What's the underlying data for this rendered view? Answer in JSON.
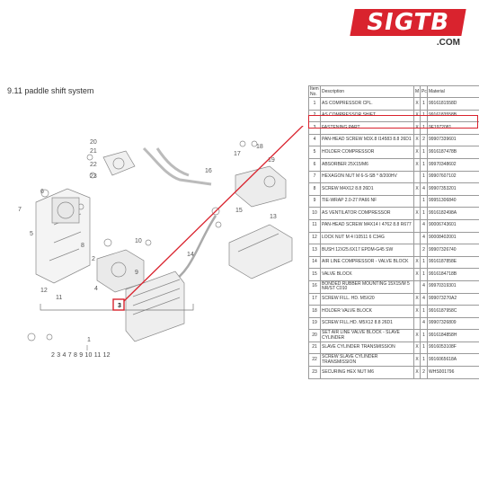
{
  "logo": {
    "word": "SIGTB",
    "sub": ".COM"
  },
  "section": {
    "number": "9.11",
    "title": "paddle shift system",
    "label": "9.11 paddle shift system"
  },
  "diagram": {
    "callouts": [
      "20",
      "21",
      "22",
      "23",
      "17",
      "18",
      "19",
      "16",
      "15",
      "13",
      "14",
      "9",
      "10",
      "6",
      "7",
      "8",
      "3",
      "4",
      "5",
      "2",
      "1",
      "11",
      "12"
    ],
    "highlighted_callout": "3",
    "assembly_list": "2 3 4 7 8 9 10 11 12"
  },
  "table": {
    "headers": [
      "Item No.",
      "Description",
      "M",
      "Pc",
      "Material"
    ],
    "rows": [
      {
        "n": "1",
        "desc": "AS COMPRESSOR CPL.",
        "x": "X",
        "q": "1",
        "mat": "9916181558D"
      },
      {
        "n": "2",
        "desc": "AS COMPRESSOR SHIFT",
        "x": "X",
        "q": "1",
        "mat": "9916183558B"
      },
      {
        "n": "3",
        "desc": "FASTENING PART",
        "x": "X",
        "q": "1",
        "mat": "9F1972081"
      },
      {
        "n": "4",
        "desc": "PAN-HEAD SCREW M3X.8 I14583 8.8 26D1",
        "x": "X",
        "q": "2",
        "mat": "99907339601"
      },
      {
        "n": "5",
        "desc": "HOLDER COMPRESSOR",
        "x": "X",
        "q": "1",
        "mat": "9916187478B"
      },
      {
        "n": "6",
        "desc": "ABSORBER 25X15/M6",
        "x": "X",
        "q": "1",
        "mat": "99970348602"
      },
      {
        "n": "7",
        "desc": "HEXAGON NUT M 6-S-SB * 8/200HV",
        "x": "",
        "q": "1",
        "mat": "99907607102"
      },
      {
        "n": "8",
        "desc": "SCREW M4X12 8.8 26D1",
        "x": "X",
        "q": "4",
        "mat": "99907353201"
      },
      {
        "n": "9",
        "desc": "TIE-WRAP 2.0-27 PA66 NF",
        "x": "",
        "q": "1",
        "mat": "99951306840"
      },
      {
        "n": "10",
        "desc": "AS VENTILATOR COMPRESSOR",
        "x": "X",
        "q": "1",
        "mat": "9916182498A"
      },
      {
        "n": "11",
        "desc": "PAN-HEAD SCREW M4X14 I 4762 8.8 R677",
        "x": "",
        "q": "4",
        "mat": "90006743601"
      },
      {
        "n": "12",
        "desc": "LOCK NUT M 4 I10511 6 C34G",
        "x": "",
        "q": "4",
        "mat": "90008402001"
      },
      {
        "n": "13",
        "desc": "BUSH 12X25.6X17 EPDM-G45 SW",
        "x": "",
        "q": "2",
        "mat": "99907326740"
      },
      {
        "n": "14",
        "desc": "AIR LINE COMPRESSOR - VALVE BLOCK",
        "x": "X",
        "q": "1",
        "mat": "9916187858E"
      },
      {
        "n": "15",
        "desc": "VALVE BLOCK",
        "x": "X",
        "q": "1",
        "mat": "9916184718B"
      },
      {
        "n": "16",
        "desc": "BONDED RUBBER MOUNTING 15X15/M 5 NR/ST C010",
        "x": "",
        "q": "4",
        "mat": "99970319301"
      },
      {
        "n": "17",
        "desc": "SCREW FILL. HD. M5X20",
        "x": "X",
        "q": "4",
        "mat": "999073270A2"
      },
      {
        "n": "18",
        "desc": "HOLDER VALVE BLOCK",
        "x": "X",
        "q": "1",
        "mat": "9916187958C"
      },
      {
        "n": "19",
        "desc": "SCREW FILL.HD. M5X12 8.8 26D1",
        "x": "",
        "q": "4",
        "mat": "99907326809"
      },
      {
        "n": "20",
        "desc": "SET AIR LINE VALVE BLOCK - SLAVE CYLINDER",
        "x": "X",
        "q": "1",
        "mat": "9916184858H"
      },
      {
        "n": "21",
        "desc": "SLAVE CYLINDER TRANSMISSION",
        "x": "X",
        "q": "1",
        "mat": "9916053108F"
      },
      {
        "n": "22",
        "desc": "SCREW SLAVE CYLINDER TRANSMISSION",
        "x": "X",
        "q": "1",
        "mat": "9916065618A"
      },
      {
        "n": "23",
        "desc": "SECURING HEX NUT M6",
        "x": "X",
        "q": "2",
        "mat": "WHS001796"
      }
    ],
    "highlighted_item": "3"
  }
}
